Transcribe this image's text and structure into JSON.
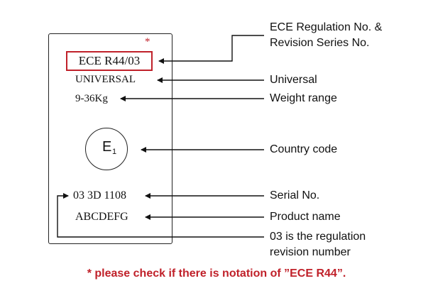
{
  "label": {
    "regulation_mark": "ECE R44/03",
    "asterisk": "*",
    "category": "UNIVERSAL",
    "weight_range": "9-36Kg",
    "emark_letter": "E",
    "emark_country_number": "1",
    "serial_number": "03 3D 1108",
    "product_name": "ABCDEFG"
  },
  "callouts": {
    "regulation_line1": "ECE Regulation No. &",
    "regulation_line2": "Revision Series No.",
    "universal": "Universal",
    "weight_range": "Weight range",
    "country_code": "Country code",
    "serial_no": "Serial No.",
    "product_name": "Product name",
    "revision_line1": "03 is the regulation",
    "revision_line2": "revision number"
  },
  "note": "* please check if there is notation of ”ECE R44”.",
  "colors": {
    "accent_red": "#c0212a",
    "ink": "#111111"
  }
}
